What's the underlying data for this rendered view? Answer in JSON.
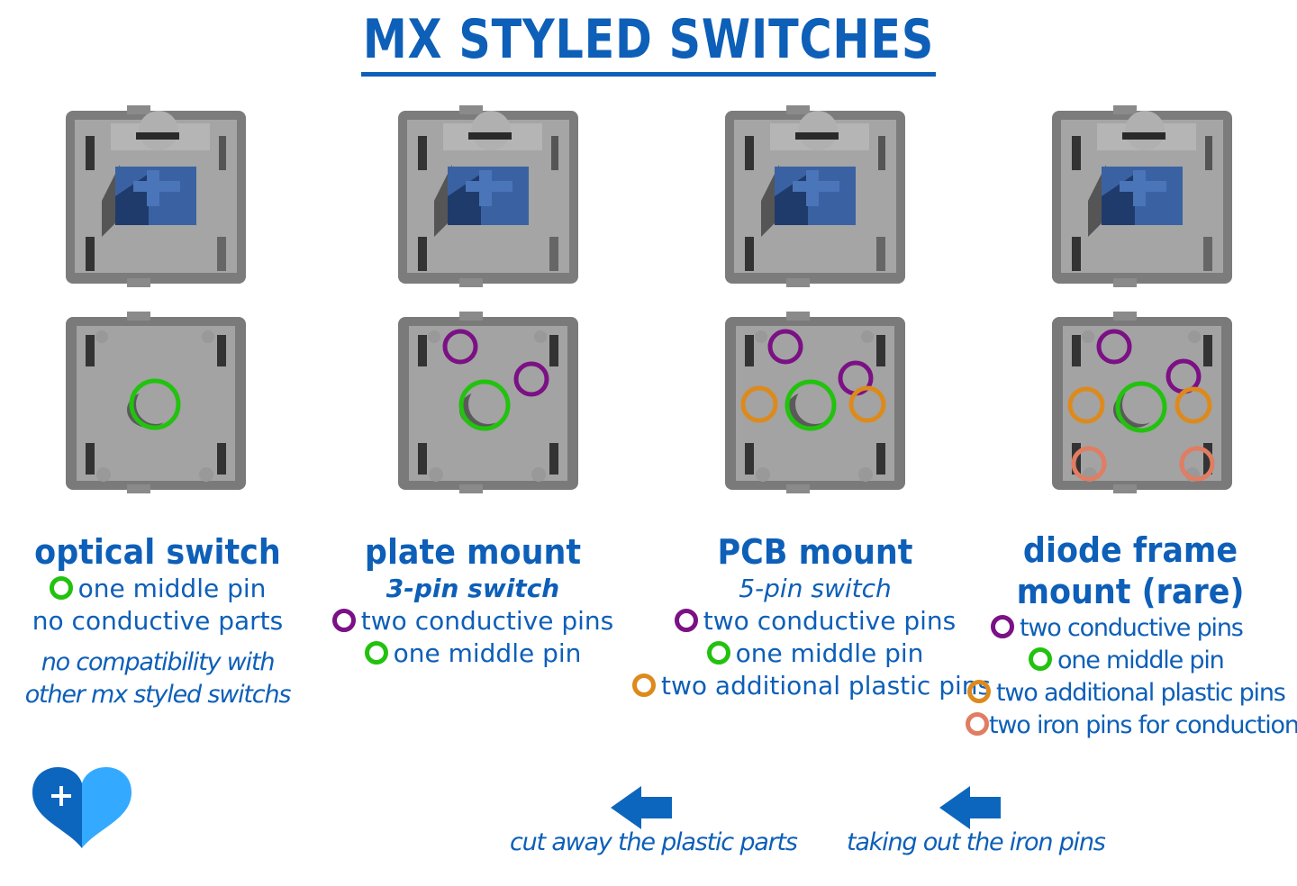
{
  "title": "MX STYLED SWITCHES",
  "colors": {
    "text": "#0d5fb8",
    "green": "#22c20f",
    "purple": "#7b1184",
    "orange": "#dd8a1d",
    "salmon": "#e07d62",
    "keycap": "#2f5a9a",
    "housing": "#9c9c9c"
  },
  "columns": [
    {
      "heading": "optical switch",
      "items": [
        {
          "marker": "green",
          "text": "one middle pin"
        },
        {
          "marker": "",
          "text": "no conductive parts"
        }
      ],
      "note": [
        "no compatibility with",
        "other mx styled switchs"
      ]
    },
    {
      "heading": "plate mount",
      "subtitle": "3-pin switch",
      "items": [
        {
          "marker": "purple",
          "text": "two conductive pins"
        },
        {
          "marker": "green",
          "text": "one middle pin"
        }
      ]
    },
    {
      "heading": "PCB mount",
      "subtitle": "5-pin switch",
      "items": [
        {
          "marker": "purple",
          "text": "two conductive pins"
        },
        {
          "marker": "green",
          "text": "one middle pin"
        },
        {
          "marker": "orange",
          "text": "two additional plastic pins"
        }
      ]
    },
    {
      "heading": [
        "diode frame",
        "mount (rare)"
      ],
      "items": [
        {
          "marker": "purple",
          "text": "two conductive pins"
        },
        {
          "marker": "green",
          "text": "one middle pin"
        },
        {
          "marker": "orange",
          "text": "two additional plastic pins"
        },
        {
          "marker": "salmon",
          "text": "two iron pins for conduction"
        }
      ]
    }
  ],
  "captions": [
    "cut away the plastic parts",
    "taking out the iron pins"
  ],
  "logo": {
    "icon": "heart-plus-icon",
    "colors": [
      "#0d66bd",
      "#33aaff"
    ]
  }
}
